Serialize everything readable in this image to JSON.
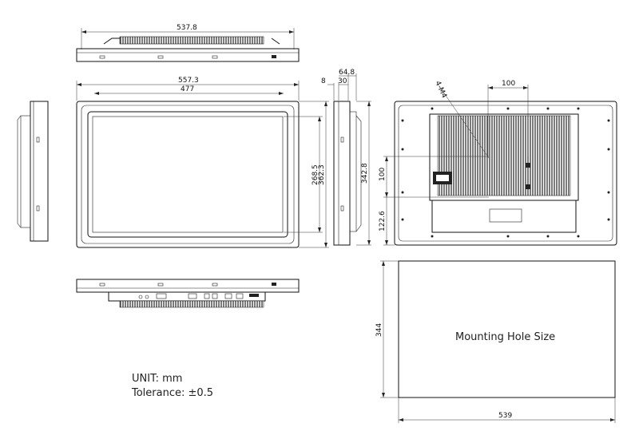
{
  "dimensions": {
    "top_width": "537.8",
    "front_width": "557.3",
    "front_inner_width": "477",
    "side_8": "8",
    "side_30": "30",
    "side_64": "64.8",
    "front_inner_height": "268.5",
    "front_height": "362.3",
    "side_height": "342.8",
    "rear_hole_label": "4-M4",
    "rear_spacing_h": "100",
    "rear_spacing_v": "100",
    "rear_offset": "122.6",
    "cutout_height": "344",
    "cutout_width": "539"
  },
  "labels": {
    "mounting_hole": "Mounting Hole Size",
    "unit": "UNIT: mm",
    "tolerance": "Tolerance: ±0.5"
  }
}
